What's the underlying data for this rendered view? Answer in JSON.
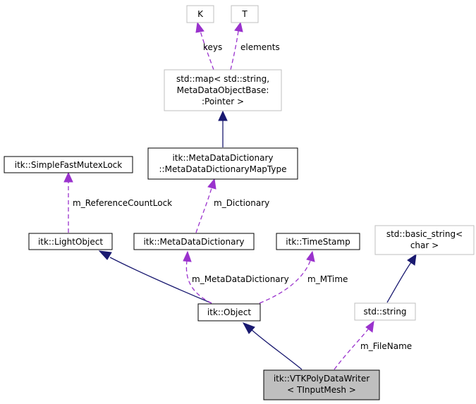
{
  "colors": {
    "inheritance_edge": "#191970",
    "usage_edge": "#9a32cd",
    "focus_fill": "#bfbfbf",
    "external_border": "#bfbfbf"
  },
  "nodes": {
    "k": {
      "lines": [
        "K"
      ]
    },
    "t": {
      "lines": [
        "T"
      ]
    },
    "map": {
      "lines": [
        "std::map< std::string,",
        "MetaDataObjectBase:",
        ":Pointer >"
      ]
    },
    "mapType": {
      "lines": [
        "itk::MetaDataDictionary",
        "::MetaDataDictionaryMapType"
      ]
    },
    "mutex": {
      "lines": [
        "itk::SimpleFastMutexLock"
      ]
    },
    "lightObject": {
      "lines": [
        "itk::LightObject"
      ]
    },
    "metaDict": {
      "lines": [
        "itk::MetaDataDictionary"
      ]
    },
    "timeStamp": {
      "lines": [
        "itk::TimeStamp"
      ]
    },
    "basicString": {
      "lines": [
        "std::basic_string<",
        "char >"
      ]
    },
    "object": {
      "lines": [
        "itk::Object"
      ]
    },
    "string": {
      "lines": [
        "std::string"
      ]
    },
    "writer": {
      "lines": [
        "itk::VTKPolyDataWriter",
        "< TInputMesh >"
      ]
    }
  },
  "edges": {
    "keys": "keys",
    "elements": "elements",
    "refLock": "m_ReferenceCountLock",
    "dictionary": "m_Dictionary",
    "metaDataDictionary": "m_MetaDataDictionary",
    "mtime": "m_MTime",
    "fileName": "m_FileName"
  }
}
